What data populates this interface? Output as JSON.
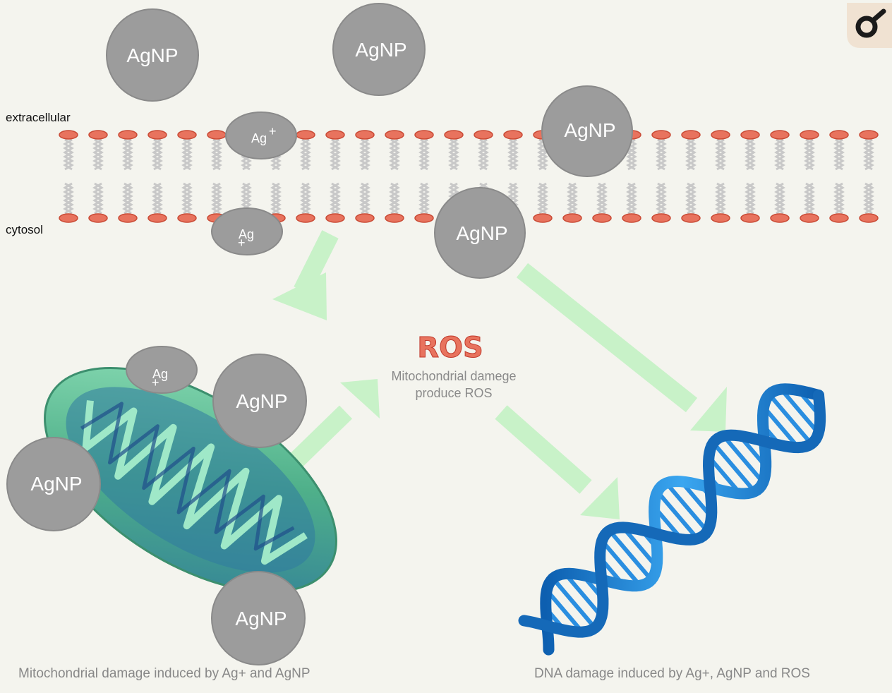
{
  "labels": {
    "extracellular": "extracellular",
    "cytosol": "cytosol"
  },
  "particles": {
    "agnp_1": "AgNP",
    "agnp_2": "AgNP",
    "agnp_3": "AgNP",
    "agnp_4": "AgNP",
    "agnp_5": "AgNP",
    "agnp_6": "AgNP",
    "agnp_7": "AgNP",
    "ag_ion_1": "Ag",
    "ag_ion_1_charge": "+",
    "ag_ion_2": "Ag",
    "ag_ion_2_charge": "+",
    "ag_ion_3": "Ag",
    "ag_ion_3_charge": "+"
  },
  "ros": {
    "title": "ROS",
    "line1": "Mitochondrial damege",
    "line2": "produce ROS"
  },
  "captions": {
    "left": "Mitochondrial damage induced by Ag+ and AgNP",
    "right": "DNA damage induced by Ag+, AgNP and ROS"
  },
  "colors": {
    "background": "#f4f4ee",
    "particle": "#9c9c9c",
    "arrow": "#c8f2c8",
    "lipid_head": "#e8735e",
    "mitochondrion": "#5cb88a",
    "dna": "#1e88d8",
    "ros": "#e8735e"
  },
  "icons": {
    "corner": "zoom-icon"
  }
}
